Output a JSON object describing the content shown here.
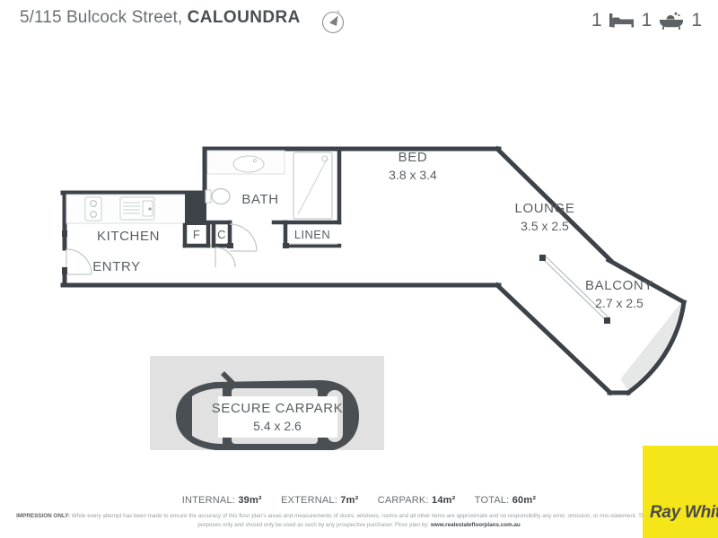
{
  "header": {
    "address_prefix": "5/115 Bulcock Street, ",
    "suburb": "CALOUNDRA",
    "compass_label": "N",
    "features": [
      {
        "count": "1",
        "icon": "bed-icon"
      },
      {
        "count": "1",
        "icon": "bath-icon"
      },
      {
        "count": "1",
        "icon": "carpark-count"
      }
    ]
  },
  "plan": {
    "rooms": [
      {
        "name": "KITCHEN",
        "dim": ""
      },
      {
        "name": "ENTRY",
        "dim": ""
      },
      {
        "name": "BATH",
        "dim": ""
      },
      {
        "name": "LINEN",
        "dim": ""
      },
      {
        "name": "F",
        "dim": ""
      },
      {
        "name": "C",
        "dim": ""
      },
      {
        "name": "BED",
        "dim": "3.8 x 3.4"
      },
      {
        "name": "LOUNGE",
        "dim": "3.5 x 2.5"
      },
      {
        "name": "BALCONY",
        "dim": "2.7 x 2.5"
      },
      {
        "name": "SECURE CARPARK",
        "dim": "5.4 x 2.6"
      }
    ],
    "labels": {
      "kitchen": "KITCHEN",
      "entry": "ENTRY",
      "bath": "BATH",
      "linen": "LINEN",
      "fridge": "F",
      "cupboard": "C",
      "bed": "BED",
      "bed_dim": "3.8 x 3.4",
      "lounge": "LOUNGE",
      "lounge_dim": "3.5 x 2.5",
      "balcony": "BALCONY",
      "balcony_dim": "2.7 x 2.5",
      "carpark": "SECURE CARPARK",
      "carpark_dim": "5.4 x 2.6"
    }
  },
  "footer": {
    "areas": [
      {
        "label": "INTERNAL:",
        "value": "39m²"
      },
      {
        "label": "EXTERNAL:",
        "value": "7m²"
      },
      {
        "label": "CARPARK:",
        "value": "14m²"
      },
      {
        "label": "TOTAL:",
        "value": "60m²"
      }
    ],
    "disclaimer_lead": "IMPRESSION ONLY:",
    "disclaimer_body": " While every attempt has been made to ensure the accuracy of this floor plan's areas and measurements of doors, windows, rooms and all other items are approximate and no responsibility any error, omission, or mis-statement. This plan is for illustrative purposes only and should only be used as such by any prospective purchaser. Floor plan by: ",
    "disclaimer_site": "www.realestatefloorplans.com.au",
    "brand": "Ray White"
  },
  "colors": {
    "wall": "#3c4248",
    "brand_yellow": "#f5e61a",
    "balcony_fill": "#e6e8e7",
    "carpark_fill": "#e0e1e0",
    "text": "#5b5f62"
  }
}
